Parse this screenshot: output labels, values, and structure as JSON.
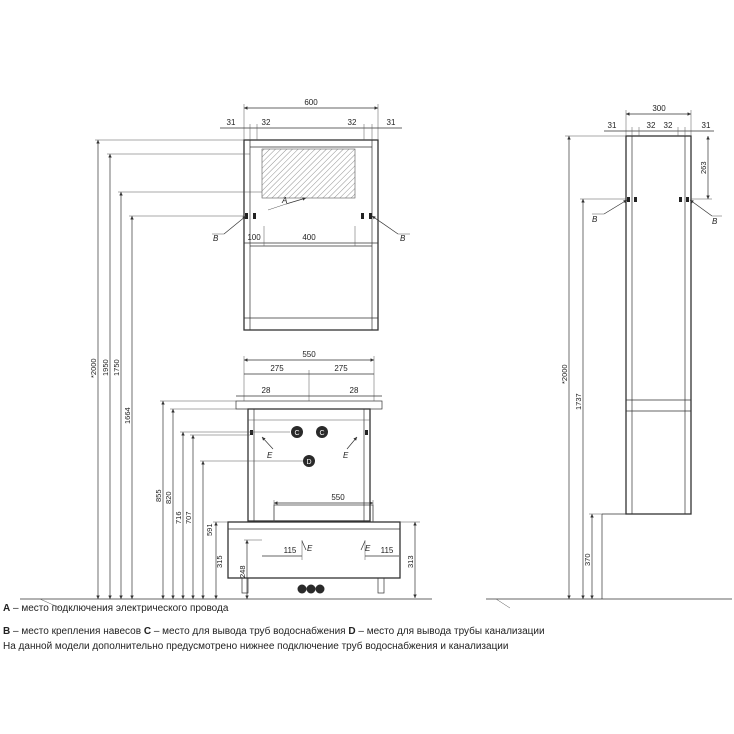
{
  "dimensions": {
    "top_width": "600",
    "top_offsets": [
      "31",
      "32",
      "32",
      "31"
    ],
    "side_width": "300",
    "side_offsets": [
      "31",
      "32",
      "32",
      "31"
    ],
    "mirror_inner_left": "100",
    "mirror_inner_width": "400",
    "side_top_drop": "263",
    "vanity_width": "550",
    "vanity_half_left": "275",
    "vanity_half_right": "275",
    "vanity_side_left": "28",
    "vanity_side_right": "28",
    "base_width": "550",
    "base_left": "115",
    "base_right": "115",
    "heights_left": [
      "*2000",
      "1950",
      "1750",
      "1664",
      "855",
      "820",
      "716",
      "707",
      "591",
      "315",
      "248"
    ],
    "height_right_base": "313",
    "heights_side": [
      "*2000",
      "1737",
      "370"
    ]
  },
  "markers": {
    "A": "A",
    "B": "B",
    "C": "C",
    "D": "D",
    "E": "E"
  },
  "legend": {
    "line1": {
      "key": "A",
      "text": " – место подключения электрического провода"
    },
    "line2": [
      {
        "key": "B",
        "text": " – место крепления навесов "
      },
      {
        "key": "C",
        "text": " – место для вывода труб водоснабжения "
      },
      {
        "key": "D",
        "text": " – место для вывода трубы канализации"
      }
    ],
    "line3": "На данной модели дополнительно предусмотрено нижнее подключение труб водоснабжения и канализации"
  },
  "colors": {
    "line": "#333333",
    "marker_fill": "#2a2a2a",
    "hatch": "#777777"
  }
}
